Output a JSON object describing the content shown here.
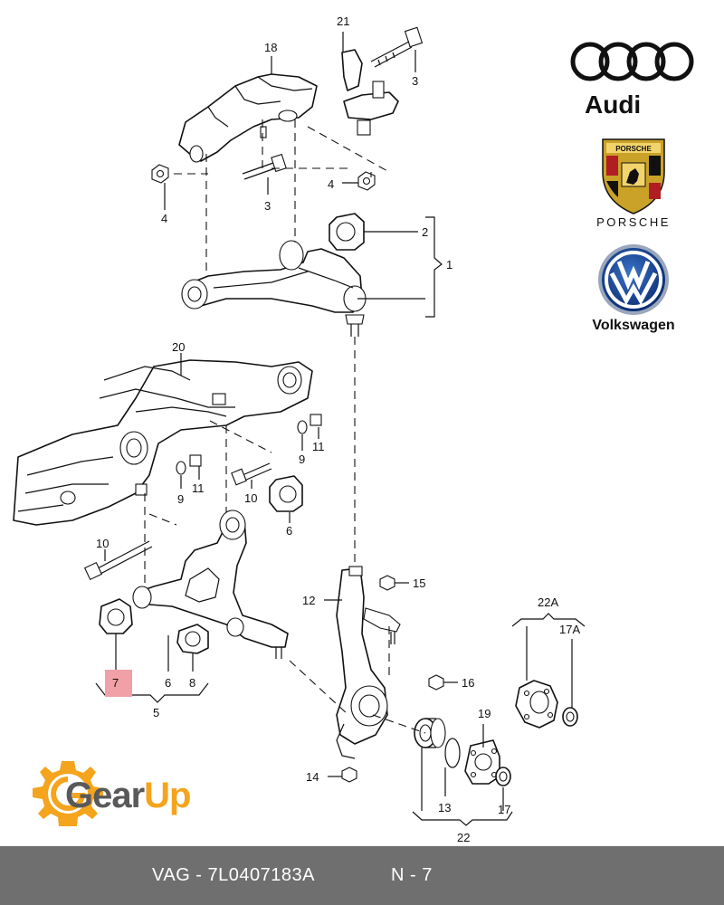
{
  "brands": {
    "audi": "Audi",
    "porsche": "PORSCHE",
    "porsche_crest": "PORSCHE",
    "vw": "Volkswagen"
  },
  "gearup": {
    "gear": "Gear",
    "up": "Up"
  },
  "footer": {
    "part_ref": "VAG - 7L0407183A",
    "position": "N - 7"
  },
  "callouts": {
    "c21": "21",
    "c18": "18",
    "c3a": "3",
    "c3b": "3",
    "c4a": "4",
    "c4b": "4",
    "c2": "2",
    "c1": "1",
    "c20": "20",
    "c11a": "11",
    "c9a": "9",
    "c9b": "9",
    "c11b": "11",
    "c10a": "10",
    "c6a": "6",
    "c10b": "10",
    "c7": "7",
    "c6b": "6",
    "c8": "8",
    "c5": "5",
    "c12": "12",
    "c15": "15",
    "c16": "16",
    "c14": "14",
    "c13": "13",
    "c19": "19",
    "c17": "17",
    "c22": "22",
    "c22a": "22A",
    "c17a": "17A"
  },
  "colors": {
    "highlight": "#f0a0a6",
    "footer_bg": "#6f6f6f",
    "gear_orange": "#f4a41d",
    "gearup_grey": "#595959"
  }
}
